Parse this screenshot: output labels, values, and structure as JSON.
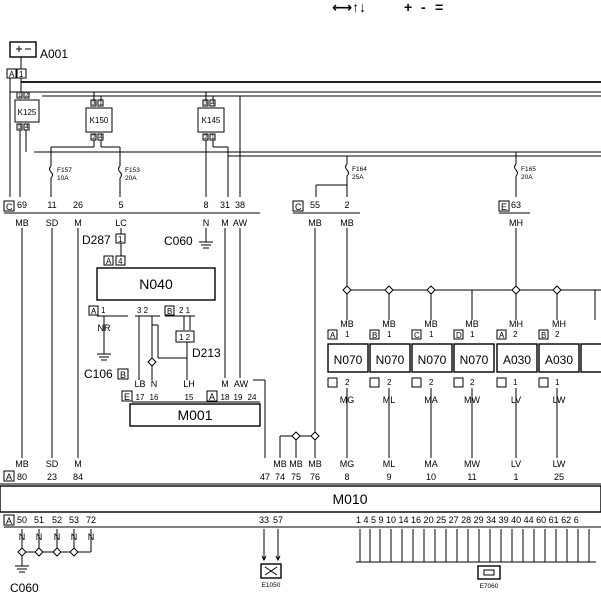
{
  "toolbar": {
    "nav_arrows": "⟷↑↓",
    "plus": "+",
    "minus": "-",
    "equals": "="
  },
  "components": {
    "a001": "A001",
    "k125": "K125",
    "k150": "K150",
    "k145": "K145",
    "n040": "N040",
    "m001": "M001",
    "m010": "M010",
    "n070": "N070",
    "a030": "A030",
    "c060": "C060",
    "c106": "C106",
    "d287": "D287",
    "d213": "D213",
    "e1050": "E1050",
    "e7060": "E7060"
  },
  "fuses": [
    {
      "id": "F157",
      "rating": "10A"
    },
    {
      "id": "F153",
      "rating": "20A"
    },
    {
      "id": "F164",
      "rating": "25A"
    },
    {
      "id": "F165",
      "rating": "20A"
    }
  ],
  "connector_letters": {
    "A": "A",
    "B": "B",
    "C": "C",
    "D": "D",
    "E": "E"
  },
  "c_conn": {
    "pins": [
      "69",
      "11",
      "26",
      "5",
      "8",
      "31",
      "38",
      "55",
      "2",
      "63"
    ],
    "wires": [
      "MB",
      "SD",
      "M",
      "LC",
      "N",
      "M",
      "AW",
      "MB",
      "MB",
      "MH"
    ]
  },
  "relay_pins": {
    "k125_top": [
      "1",
      "2"
    ],
    "k125_bot": [
      "3",
      "4"
    ],
    "k150_top": [
      "3",
      "1"
    ],
    "k150_bot": [
      "2",
      "4"
    ],
    "k145_top": [
      "3",
      "4"
    ],
    "k145_bot": [
      "2",
      "1"
    ]
  },
  "n040_pins": {
    "p4": "4",
    "p1": "1",
    "p32": "3 2",
    "p21": "2 1",
    "p12": "1 2",
    "nr": "NR"
  },
  "d287_pin": "1",
  "m001": {
    "pins": [
      "17",
      "16",
      "15",
      "18",
      "19",
      "24"
    ],
    "wires": [
      "LB",
      "N",
      "LH",
      "M",
      "AW"
    ]
  },
  "modules": {
    "wires_top": [
      "MB",
      "MB",
      "MB",
      "MB",
      "MH",
      "MH"
    ],
    "pin_top": [
      "1",
      "1",
      "1",
      "1",
      "2",
      "2"
    ],
    "pin_bot": [
      "2",
      "2",
      "2",
      "2",
      "1",
      "1"
    ],
    "letters": [
      "A",
      "B",
      "C",
      "D",
      "A",
      "B"
    ],
    "wires_bot": [
      "MG",
      "ML",
      "MA",
      "MW",
      "LV",
      "LW"
    ]
  },
  "m010": {
    "wires_top": [
      "MB",
      "SD",
      "M",
      "MB",
      "MB",
      "MB",
      "MG",
      "ML",
      "MA",
      "MW",
      "LV",
      "LW"
    ],
    "pins_top": [
      "80",
      "23",
      "84",
      "47",
      "74",
      "75",
      "76",
      "8",
      "9",
      "10",
      "11",
      "1",
      "25"
    ],
    "pins_bottom": [
      "50",
      "51",
      "52",
      "53",
      "72",
      "33",
      "57"
    ],
    "pins_bottom_right": "1  4  5  9  10 14 16 20 25 27 28 29 34 39 40 44 60 61 62 6",
    "n_labels": [
      "N",
      "N",
      "N",
      "N",
      "N"
    ]
  }
}
